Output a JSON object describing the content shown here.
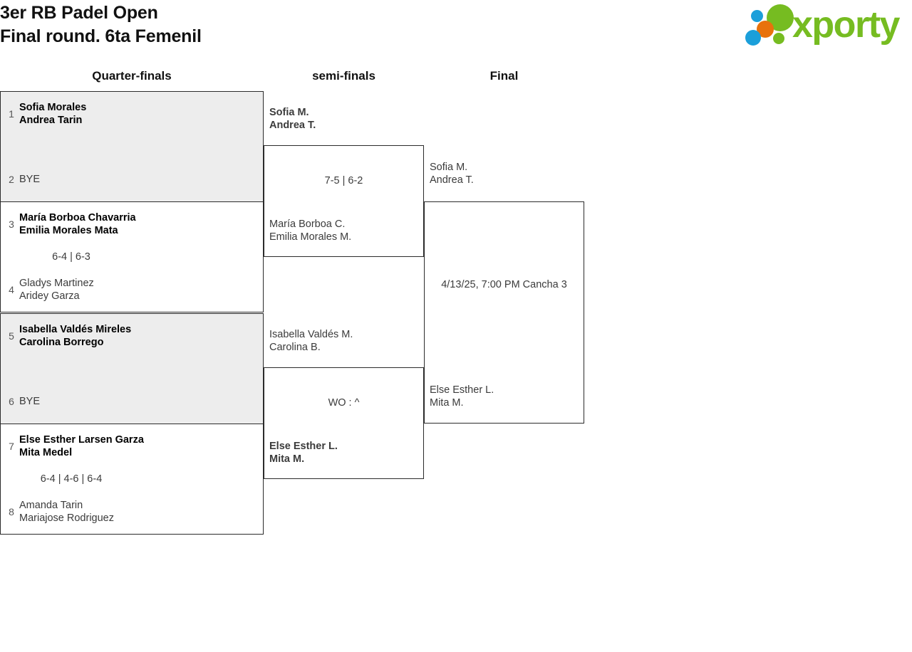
{
  "header": {
    "title": "3er RB Padel Open\nFinal round. 6ta Femenil",
    "logo": {
      "wordmark": "xporty",
      "dots": [
        {
          "name": "blue-top",
          "color": "#1b9fda"
        },
        {
          "name": "green-large",
          "color": "#76bc21"
        },
        {
          "name": "orange",
          "color": "#e8720c"
        },
        {
          "name": "blue-bottom",
          "color": "#1b9fda"
        },
        {
          "name": "green-small",
          "color": "#76bc21"
        }
      ],
      "brand_color": "#76bc21"
    }
  },
  "rounds": [
    {
      "key": "quarter_finals",
      "label": "Quarter-finals"
    },
    {
      "key": "semi_finals",
      "label": "semi-finals"
    },
    {
      "key": "final",
      "label": "Final"
    }
  ],
  "quarter_finals": [
    {
      "seed_top": "1",
      "team_top": "Sofia Morales\nAndrea Tarin",
      "seed_bottom": "2",
      "team_bottom": "BYE",
      "score": ""
    },
    {
      "seed_top": "3",
      "team_top": "María Borboa Chavarria\nEmilia Morales Mata",
      "seed_bottom": "4",
      "team_bottom": "Gladys Martinez\nAridey Garza",
      "score": "6-4 | 6-3"
    },
    {
      "seed_top": "5",
      "team_top": "Isabella Valdés Mireles\nCarolina Borrego",
      "seed_bottom": "6",
      "team_bottom": "BYE",
      "score": ""
    },
    {
      "seed_top": "7",
      "team_top": "Else Esther Larsen Garza\nMita Medel",
      "seed_bottom": "8",
      "team_bottom": "Amanda Tarin\nMariajose Rodriguez",
      "score": "6-4 | 4-6 | 6-4"
    }
  ],
  "semi_finals": [
    {
      "team_top": "Sofia M.\nAndrea T.",
      "team_bottom": "María Borboa C.\nEmilia Morales M.",
      "score": "7-5 | 6-2"
    },
    {
      "team_top": "Isabella Valdés M.\nCarolina B.",
      "team_bottom": "Else Esther L.\nMita M.",
      "score": "WO : ^"
    }
  ],
  "final": {
    "team_top": "Sofia M.\nAndrea T.",
    "team_bottom": "Else Esther L.\nMita M.",
    "schedule": "4/13/25, 7:00 PM Cancha 3"
  }
}
